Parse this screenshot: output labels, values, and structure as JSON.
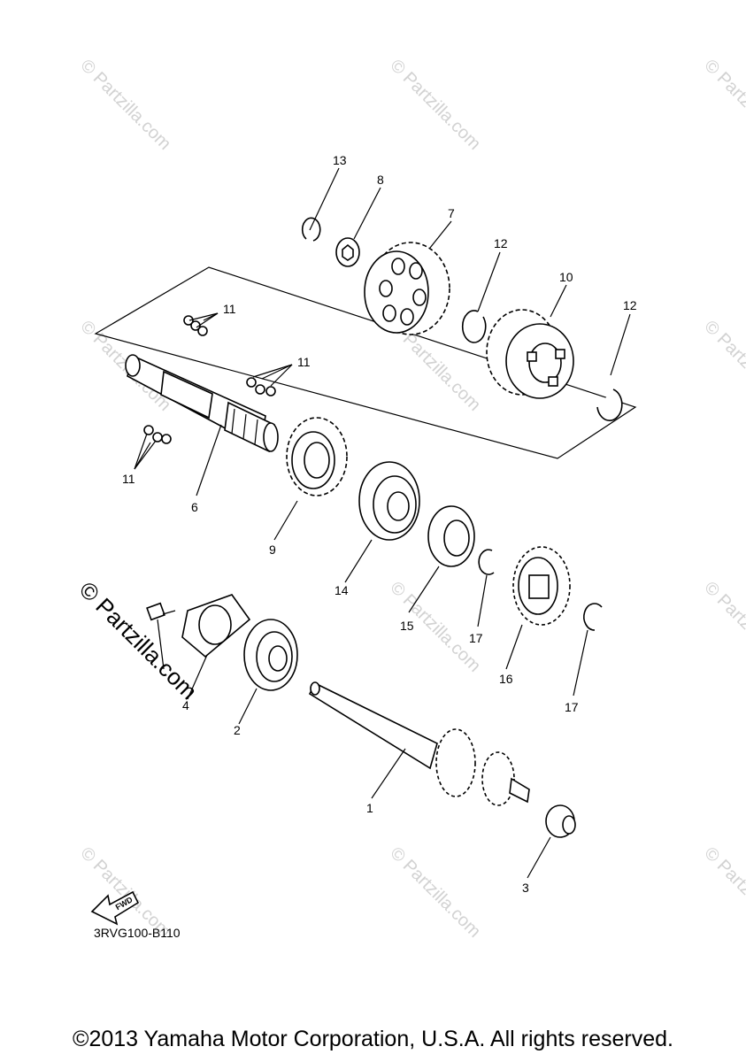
{
  "watermark": "© Partzilla.com",
  "diagram_code": "3RVG100-B110",
  "fwd_label": "FWD",
  "copyright": "©2013 Yamaha Motor Corporation, U.S.A. All rights reserved.",
  "callouts": {
    "c1": "1",
    "c2": "2",
    "c3": "3",
    "c4": "4",
    "c6": "6",
    "c7": "7",
    "c8": "8",
    "c9": "9",
    "c10": "10",
    "c11a": "11",
    "c11b": "11",
    "c11c": "11",
    "c12a": "12",
    "c12b": "12",
    "c13": "13",
    "c14": "14",
    "c15": "15",
    "c16": "16",
    "c17a": "17",
    "c17b": "17"
  }
}
